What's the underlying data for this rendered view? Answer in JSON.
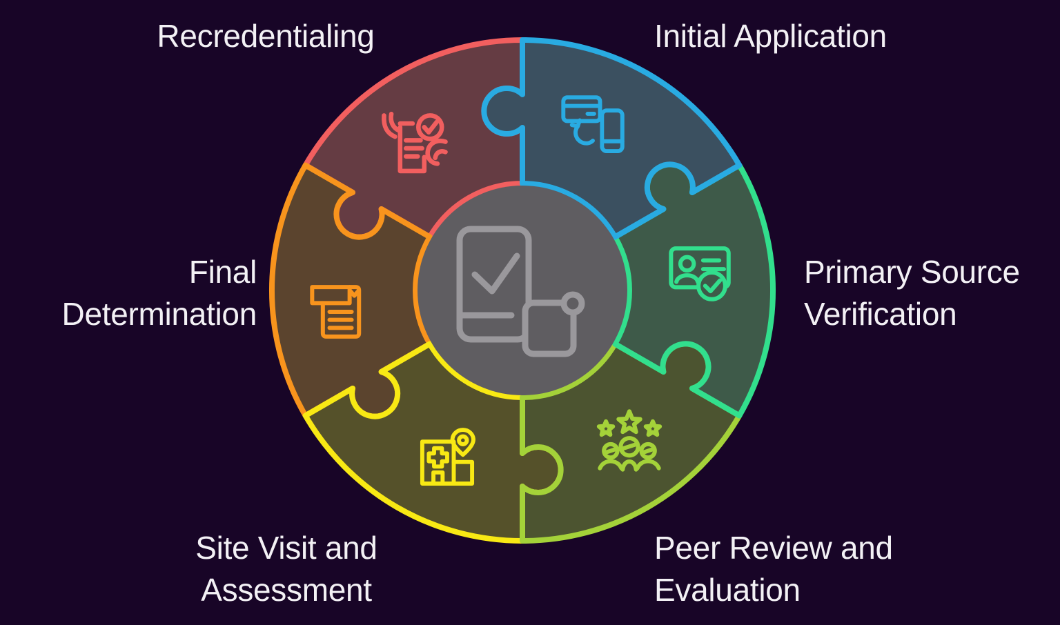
{
  "background_color": "#180527",
  "text_color": "#F3F1F5",
  "center": {
    "fill": "#5F5D61",
    "icon": "document-check-icon",
    "icon_color": "#9A989C"
  },
  "segments": [
    {
      "label": "Initial Application",
      "lines": [
        "Initial Application"
      ],
      "icon": "credit-card-phone-sync-icon",
      "stroke": "#29ABE2",
      "fill": "#3B5060",
      "start": -90,
      "end": -30
    },
    {
      "label": "Primary Source Verification",
      "lines": [
        "Primary Source",
        "Verification"
      ],
      "icon": "id-card-check-icon",
      "stroke": "#32DF8D",
      "fill": "#3E5A49",
      "start": -30,
      "end": 30
    },
    {
      "label": "Peer Review and Evaluation",
      "lines": [
        "Peer Review and",
        "Evaluation"
      ],
      "icon": "team-stars-icon",
      "stroke": "#A4D239",
      "fill": "#4C5430",
      "start": 30,
      "end": 90
    },
    {
      "label": "Site Visit and Assessment",
      "lines": [
        "Site Visit and",
        "Assessment"
      ],
      "icon": "hospital-location-icon",
      "stroke": "#F8E914",
      "fill": "#55512A",
      "start": 90,
      "end": 150
    },
    {
      "label": "Final Determination",
      "lines": [
        "Final",
        "Determination"
      ],
      "icon": "document-checklist-icon",
      "stroke": "#F8941D",
      "fill": "#5B442E",
      "start": 150,
      "end": 210
    },
    {
      "label": "Recredentialing",
      "lines": [
        "Recredentialing"
      ],
      "icon": "hands-document-check-icon",
      "stroke": "#F25F5F",
      "fill": "#653C43",
      "start": 210,
      "end": 270
    }
  ]
}
